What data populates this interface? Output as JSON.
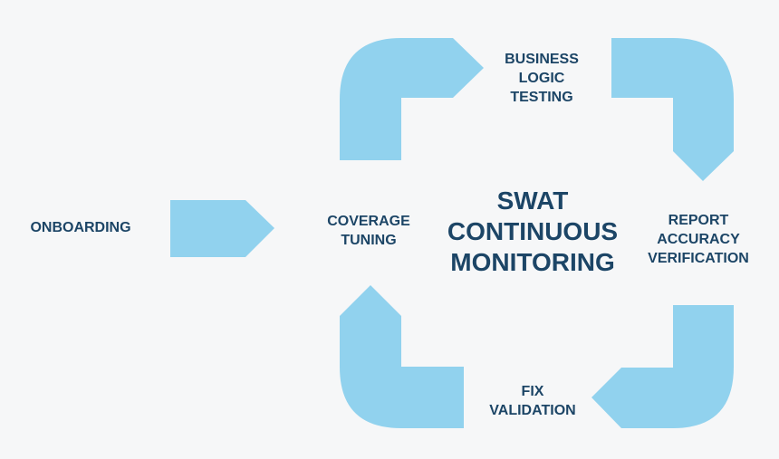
{
  "diagram": {
    "center": {
      "line1": "SWAT",
      "line2": "CONTINUOUS",
      "line3": "MONITORING"
    },
    "steps": {
      "onboarding": "ONBOARDING",
      "coverage_tuning": "COVERAGE\nTUNING",
      "business_logic_testing": "BUSINESS\nLOGIC\nTESTING",
      "report_accuracy_verification": "REPORT\nACCURACY\nVERIFICATION",
      "fix_validation": "FIX\nVALIDATION"
    },
    "colors": {
      "arrow_fill": "#91d2ee",
      "text": "#1c4566",
      "background": "#f6f7f8"
    }
  }
}
